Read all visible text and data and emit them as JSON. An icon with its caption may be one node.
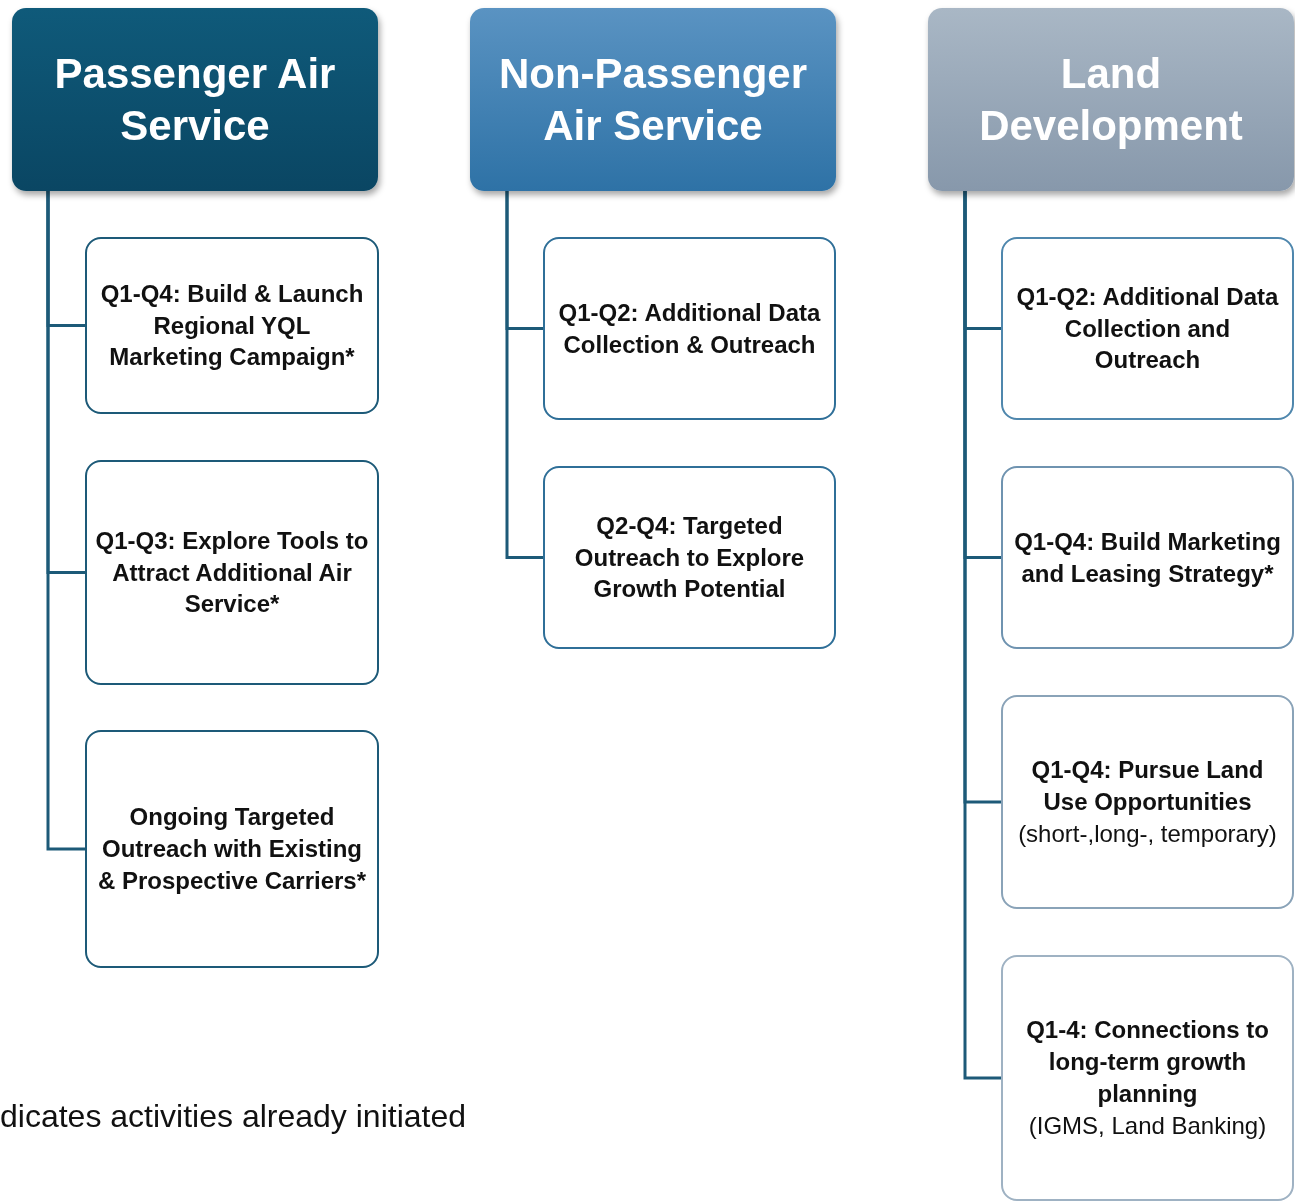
{
  "diagram": {
    "nodes": [
      {
        "text": [
          "Passenger Air Service"
        ]
      },
      {
        "text": [
          "Q1-Q4: Build & Launch Regional YQL Marketing Campaign*"
        ]
      },
      {
        "text": [
          "Q1-Q3: Explore Tools to Attract Additional Air Service*"
        ]
      },
      {
        "text": [
          "Ongoing Targeted Outreach with Existing & Prospective Carriers*"
        ]
      },
      {
        "text": [
          "Non-Passenger Air Service"
        ]
      },
      {
        "text": [
          "Q1-Q2: Additional Data Collection & Outreach"
        ]
      },
      {
        "text": [
          "Q2-Q4: Targeted Outreach to Explore Growth Potential"
        ]
      },
      {
        "text": [
          "Land Development"
        ]
      },
      {
        "text": [
          "Q1-Q2: Additional Data Collection and Outreach"
        ]
      },
      {
        "text": [
          "Q1-Q4: Build Marketing and Leasing Strategy*"
        ]
      },
      {
        "text": [
          "Q1-Q4: Pursue Land Use Opportunities",
          "(short-,long-, temporary)"
        ]
      },
      {
        "text": [
          "Q1-4: Connections to long-term growth planning",
          "(IGMS, Land Banking)"
        ]
      }
    ],
    "edges": [
      {
        "from": 0,
        "to": 1,
        "arrow": "none"
      },
      {
        "from": 0,
        "to": 2,
        "arrow": "none"
      },
      {
        "from": 0,
        "to": 3,
        "arrow": "none"
      },
      {
        "from": 4,
        "to": 5,
        "arrow": "none"
      },
      {
        "from": 4,
        "to": 6,
        "arrow": "none"
      },
      {
        "from": 7,
        "to": 8,
        "arrow": "none"
      },
      {
        "from": 7,
        "to": 9,
        "arrow": "none"
      },
      {
        "from": 7,
        "to": 10,
        "arrow": "none"
      },
      {
        "from": 7,
        "to": 11,
        "arrow": "none"
      }
    ],
    "labels": [
      "dicates activities already initiated"
    ]
  }
}
